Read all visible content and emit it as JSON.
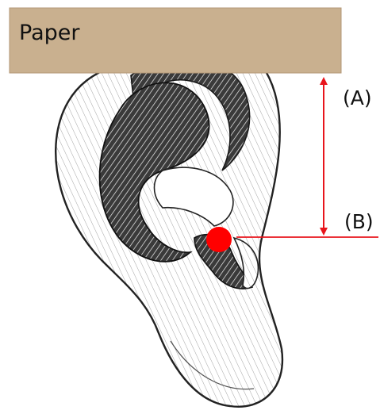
{
  "paper": {
    "label": "Paper",
    "fill": "#c9b08f",
    "border": "#b39777"
  },
  "labels": {
    "a": "(A)",
    "b": "(B)"
  },
  "colors": {
    "marker": "#ff0000",
    "arrow": "#e8151c",
    "ink": "#111111",
    "ear_shadow": "#2a2a2a"
  },
  "icons": {
    "ear": "ear-illustration"
  }
}
